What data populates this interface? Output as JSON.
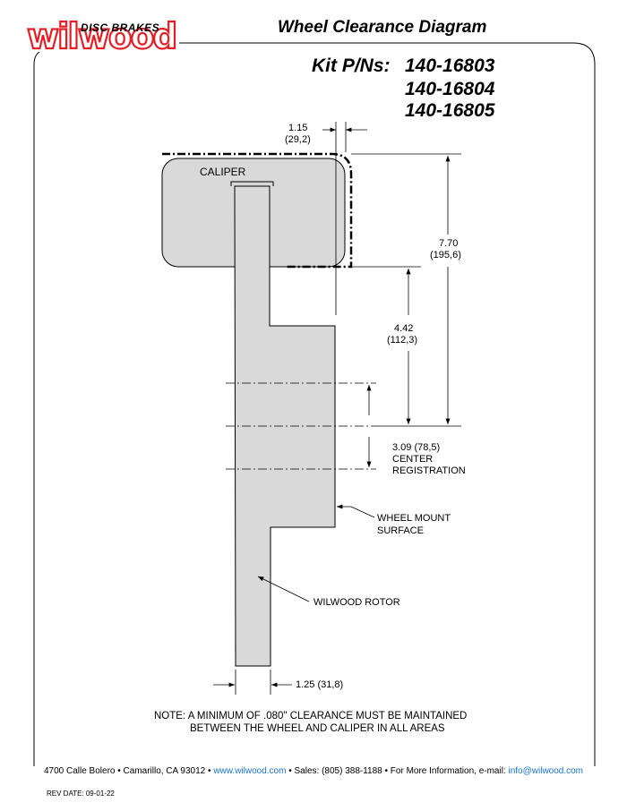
{
  "header": {
    "logo_text": "wilwood",
    "logo_tagline": "DISC BRAKES",
    "title": "Wheel Clearance Diagram",
    "kit_label": "Kit P/Ns:",
    "kit_numbers": [
      "140-16803",
      "140-16804",
      "140-16805"
    ]
  },
  "diagram": {
    "caliper_label": "CALIPER",
    "dims": {
      "offset_top": "1.15",
      "offset_top_mm": "(29,2)",
      "height_total": "7.70",
      "height_total_mm": "(195,6)",
      "height_mount": "4.42",
      "height_mount_mm": "(112,3)",
      "center_reg": "3.09 (78,5)",
      "center_reg_line2": "CENTER",
      "center_reg_line3": "REGISTRATION",
      "rotor_width": "1.25 (31,8)"
    },
    "callouts": {
      "wheel_mount_line1": "WHEEL MOUNT",
      "wheel_mount_line2": "SURFACE",
      "rotor": "WILWOOD ROTOR"
    }
  },
  "note": {
    "line1": "NOTE: A MINIMUM OF .080\" CLEARANCE MUST BE MAINTAINED",
    "line2": "BETWEEN THE WHEEL AND CALIPER IN ALL AREAS"
  },
  "footer": {
    "address": "4700 Calle Bolero • Camarillo, CA 93012 •",
    "website": "www.wilwood.com",
    "sales": "• Sales: (805) 388-1188 • For More Information, e-mail:",
    "email": "info@wilwood.com",
    "rev_date": "REV DATE:  09-01-22"
  },
  "colors": {
    "brand_red": "#e31e26",
    "link_blue": "#1a73c9",
    "part_fill": "#d9d9d9"
  }
}
